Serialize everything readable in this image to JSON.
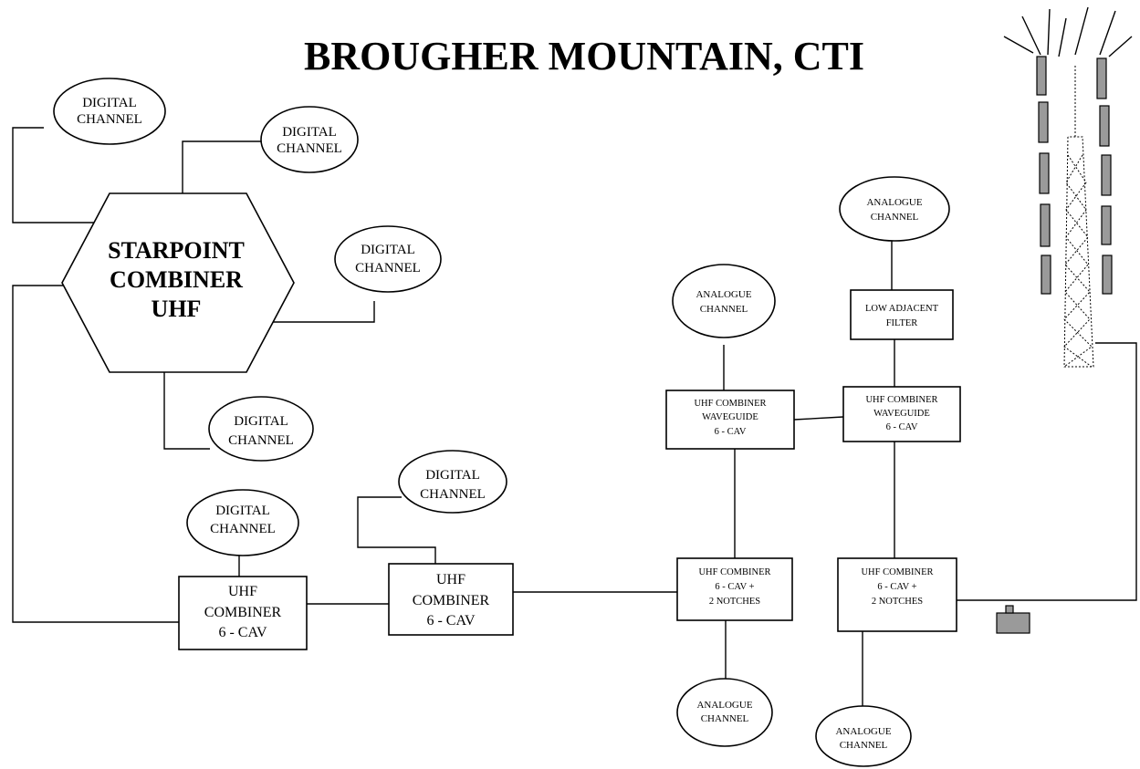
{
  "title": "BROUGHER MOUNTAIN, CTI",
  "starpoint": {
    "line1": "STARPOINT",
    "line2": "COMBINER",
    "line3": "UHF"
  },
  "channels": {
    "digital_1": {
      "line1": "DIGITAL",
      "line2": "CHANNEL"
    },
    "digital_2": {
      "line1": "DIGITAL",
      "line2": "CHANNEL"
    },
    "digital_3": {
      "line1": "DIGITAL",
      "line2": "CHANNEL"
    },
    "digital_4": {
      "line1": "DIGITAL",
      "line2": "CHANNEL"
    },
    "digital_5": {
      "line1": "DIGITAL",
      "line2": "CHANNEL"
    },
    "digital_6": {
      "line1": "DIGITAL",
      "line2": "CHANNEL"
    },
    "analogue_1": {
      "line1": "ANALOGUE",
      "line2": "CHANNEL"
    },
    "analogue_2": {
      "line1": "ANALOGUE",
      "line2": "CHANNEL"
    },
    "analogue_3": {
      "line1": "ANALOGUE",
      "line2": "CHANNEL"
    },
    "analogue_4": {
      "line1": "ANALOGUE",
      "line2": "CHANNEL"
    }
  },
  "boxes": {
    "uhf_combiner_a": {
      "line1": "UHF",
      "line2": "COMBINER",
      "line3": "6 - CAV"
    },
    "uhf_combiner_b": {
      "line1": "UHF",
      "line2": "COMBINER",
      "line3": "6 - CAV"
    },
    "notch_combiner_a": {
      "line1": "UHF COMBINER",
      "line2": "6 - CAV +",
      "line3": "2 NOTCHES"
    },
    "notch_combiner_b": {
      "line1": "UHF COMBINER",
      "line2": "6 - CAV +",
      "line3": "2 NOTCHES"
    },
    "waveguide_a": {
      "line1": "UHF COMBINER",
      "line2": "WAVEGUIDE",
      "line3": "6 - CAV"
    },
    "waveguide_b": {
      "line1": "UHF COMBINER",
      "line2": "WAVEGUIDE",
      "line3": "6 - CAV"
    },
    "low_adjacent_filter": {
      "line1": "LOW ADJACENT",
      "line2": "FILTER"
    }
  }
}
